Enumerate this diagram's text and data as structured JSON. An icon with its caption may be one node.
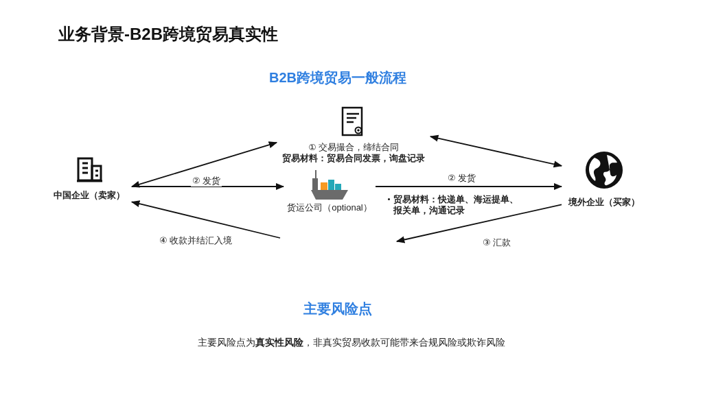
{
  "diagram": {
    "title": "业务背景-B2B跨境贸易真实性",
    "nodes": [
      {
        "text": [
          "中国企业（卖家）"
        ]
      },
      {
        "text": [
          "① 交易撮合，缔结合同",
          "贸易材料：贸易合同发票，询盘记录"
        ]
      },
      {
        "text": [
          "货运公司（optional）"
        ]
      },
      {
        "text": [
          "境外企业（买家）"
        ]
      }
    ],
    "edges": [
      {
        "from": 1,
        "to": 0,
        "arrow": "both"
      },
      {
        "from": 1,
        "to": 3,
        "arrow": "both"
      },
      {
        "from": 0,
        "to": 2,
        "arrow": "to",
        "label": "② 发货"
      },
      {
        "from": 2,
        "to": 3,
        "arrow": "to",
        "label": "② 发货"
      },
      {
        "from": 3,
        "to": null,
        "arrow": "to",
        "label": "③ 汇款"
      },
      {
        "from": null,
        "to": 0,
        "arrow": "to",
        "label": "④ 收款并结汇入境"
      }
    ],
    "labels": [
      "B2B跨境贸易一般流程",
      "贸易材料：快递单、海运提单、报关单，沟通记录",
      "主要风险点",
      "主要风险点为**真实性风险**，非真实贸易收款可能带来合规风险或欺诈风险"
    ]
  }
}
